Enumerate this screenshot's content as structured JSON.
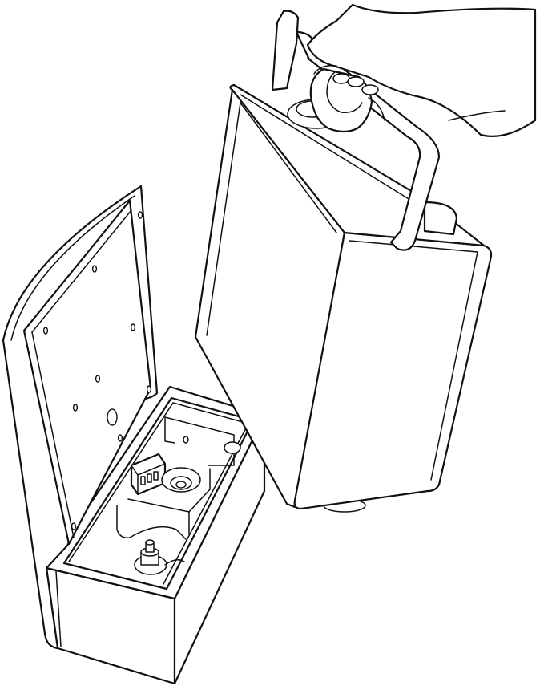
{
  "figure": {
    "kind": "line-art technical illustration",
    "parts": [
      "base-enclosure",
      "hinged-lid",
      "mounting-plate",
      "connector-block",
      "pump-fitting",
      "inlet-fitting",
      "detachable-module",
      "carry-handle",
      "hand"
    ]
  },
  "colors": {
    "line": "#111111",
    "background": "#ffffff"
  }
}
